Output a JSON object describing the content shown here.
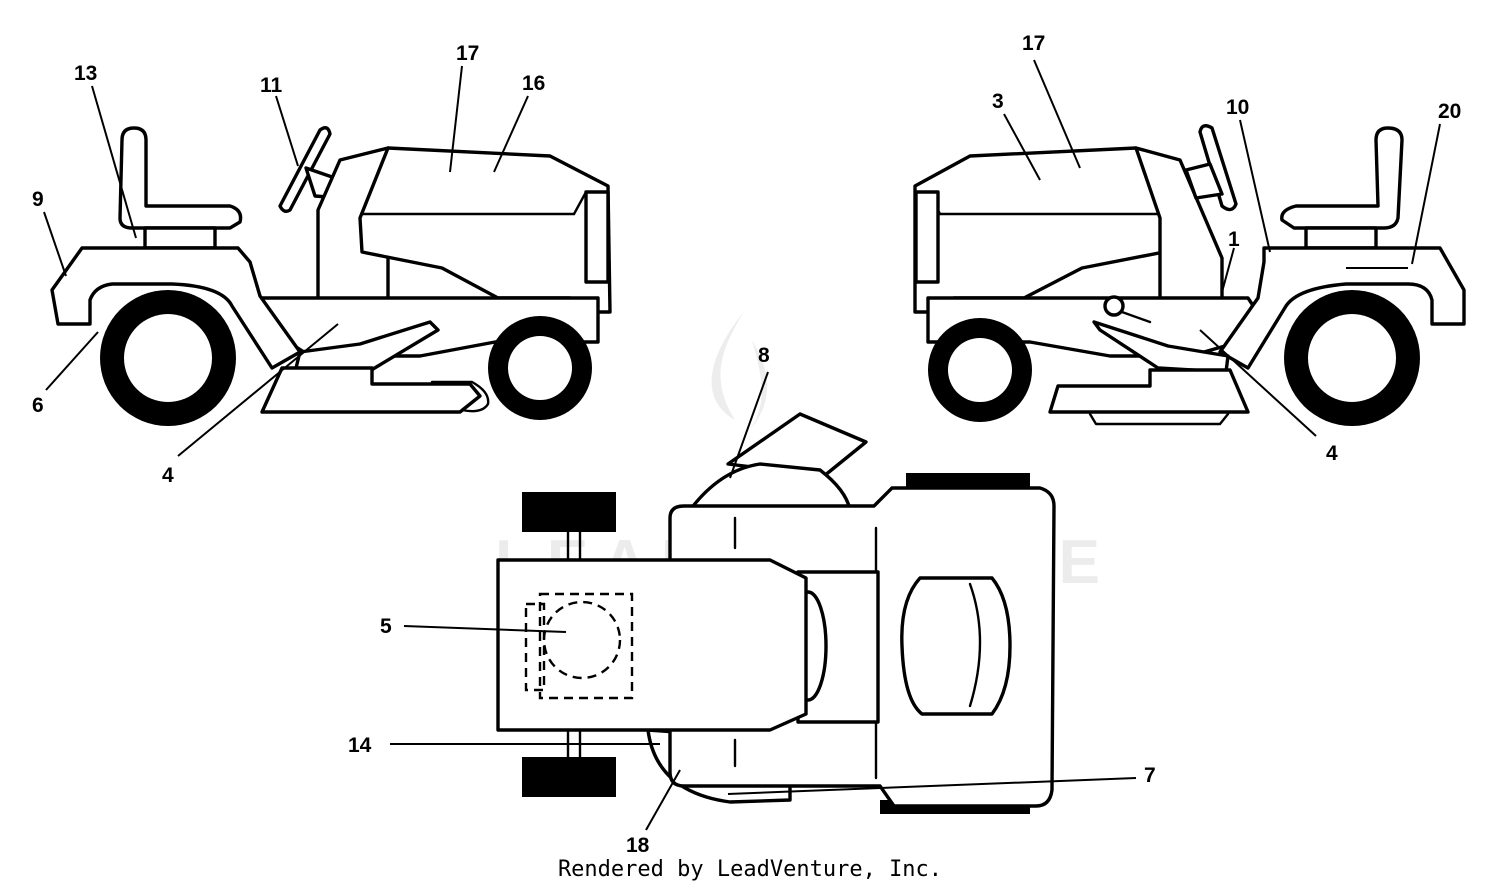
{
  "callouts": {
    "c1": "1",
    "c3": "3",
    "c4a": "4",
    "c4b": "4",
    "c5": "5",
    "c6": "6",
    "c7": "7",
    "c8": "8",
    "c9": "9",
    "c10": "10",
    "c11": "11",
    "c13": "13",
    "c14": "14",
    "c16": "16",
    "c17a": "17",
    "c17b": "17",
    "c18": "18",
    "c20": "20"
  },
  "watermark": "LEADVENTURE",
  "footer": {
    "credit": "Rendered by LeadVenture, Inc."
  }
}
